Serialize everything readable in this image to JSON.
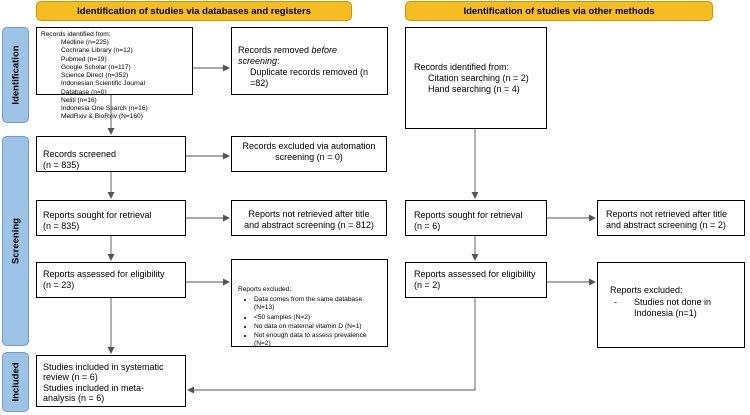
{
  "headers": {
    "databases": "Identification of studies via databases and registers",
    "other": "Identification of studies via other methods"
  },
  "phases": {
    "identification": "Identification",
    "screening": "Screening",
    "included": "Included"
  },
  "left": {
    "identified": {
      "title": "Records identified from:",
      "sources": [
        "Medline (n=225)",
        "Cochrane Library (n=12)",
        "Pubmed (n=19)",
        "Google Scholar (n=117)",
        "Science Direct (n=352)",
        "Indonesian Scientific Journal",
        "Database (n=0)",
        "Neliti (n=16)",
        "Indonesia One Search (n=16)",
        "MedRxiv & BioRxiv (N=160)"
      ]
    },
    "removed": {
      "title_prefix": "Records removed ",
      "title_emph": "before screening",
      "title_suffix": ":",
      "line1": "Duplicate records removed (n",
      "line2": "=82)"
    },
    "screened": {
      "line1": "Records screened",
      "line2": "(n = 835)"
    },
    "excluded_auto": {
      "line1": "Records excluded via automation",
      "line2": "screening (n = 0)"
    },
    "sought": {
      "line1": "Reports sought for retrieval",
      "line2": "(n = 835)"
    },
    "not_retrieved": {
      "line1": "Reports not retrieved after title",
      "line2": "and abstract screening (n = 812)"
    },
    "assessed": {
      "line1": "Reports assessed for eligibility",
      "line2": "(n = 23)"
    },
    "reports_excluded": {
      "title": "Reports excluded:",
      "items": [
        "Data comes from the same database (N=13)",
        "<50 samples (N=2)",
        "No data on maternal vitamin D (N=1)",
        "Not enough data to assess prevalence (N=2)"
      ]
    },
    "included": {
      "line1": "Studies included in systematic",
      "line2": "review (n = 6)",
      "line3": "Studies included in meta-",
      "line4": "analysis (n = 6)"
    }
  },
  "right": {
    "identified": {
      "title": "Records identified from:",
      "items": [
        "Citation searching (n = 2)",
        "Hand searching (n = 4)"
      ]
    },
    "sought": {
      "line1": "Reports sought for retrieval",
      "line2": "(n = 6)"
    },
    "not_retrieved": {
      "line1": "Reports not retrieved after title",
      "line2": "and abstract screening (n = 2)"
    },
    "assessed": {
      "line1": "Reports assessed for eligibility",
      "line2": "(n = 2)"
    },
    "excluded": {
      "title": "Reports excluded:",
      "item_dash": "-",
      "item_line1": "Studies not done in",
      "item_line2": "Indonesia (n=1)"
    }
  },
  "colors": {
    "header": "#f5bd1f",
    "phase": "#9dc3e6",
    "line": "#555555"
  }
}
